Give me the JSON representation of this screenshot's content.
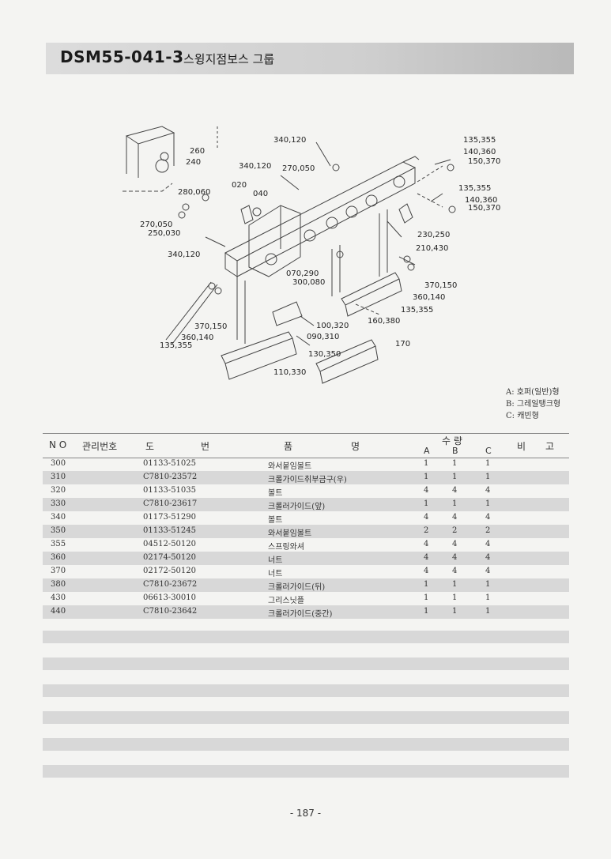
{
  "header": {
    "code": "DSM55-041-3",
    "name": "스윙지점보스 그룹"
  },
  "diagram": {
    "labels": [
      "340,120",
      "135,355",
      "140,360",
      "150,370",
      "260",
      "240",
      "340,120",
      "270,050",
      "020",
      "040",
      "280,060",
      "135,355",
      "140,360",
      "150,370",
      "270,050",
      "250,030",
      "230,250",
      "210,430",
      "340,120",
      "070,290",
      "300,080",
      "370,150",
      "360,140",
      "135,355",
      "370,150",
      "360,140",
      "135,355",
      "160,380",
      "100,320",
      "090,310",
      "170",
      "130,350",
      "110,330"
    ]
  },
  "legend": [
    "A: 호퍼(일반)형",
    "B: 그레일탱크형",
    "C: 캐빈형"
  ],
  "table": {
    "headers": {
      "no": "N O",
      "mgmt": "관리번호",
      "dwg1": "도",
      "dwg2": "번",
      "name1": "품",
      "name2": "명",
      "qty": "수 량",
      "a": "A",
      "b": "B",
      "c": "C",
      "note1": "비",
      "note2": "고"
    },
    "rows": [
      {
        "no": "300",
        "dwg": "01133-51025",
        "name": "와서붙임볼트",
        "a": "1",
        "b": "1",
        "c": "1"
      },
      {
        "no": "310",
        "dwg": "C7810-23572",
        "name": "크롤가이드취부금구(우)",
        "a": "1",
        "b": "1",
        "c": "1"
      },
      {
        "no": "320",
        "dwg": "01133-51035",
        "name": "볼트",
        "a": "4",
        "b": "4",
        "c": "4"
      },
      {
        "no": "330",
        "dwg": "C7810-23617",
        "name": "크롤러가이드(앞)",
        "a": "1",
        "b": "1",
        "c": "1"
      },
      {
        "no": "340",
        "dwg": "01173-51290",
        "name": "볼트",
        "a": "4",
        "b": "4",
        "c": "4"
      },
      {
        "no": "350",
        "dwg": "01133-51245",
        "name": "와서붙임볼트",
        "a": "2",
        "b": "2",
        "c": "2"
      },
      {
        "no": "355",
        "dwg": "04512-50120",
        "name": "스프링와셔",
        "a": "4",
        "b": "4",
        "c": "4"
      },
      {
        "no": "360",
        "dwg": "02174-50120",
        "name": "너트",
        "a": "4",
        "b": "4",
        "c": "4"
      },
      {
        "no": "370",
        "dwg": "02172-50120",
        "name": "너트",
        "a": "4",
        "b": "4",
        "c": "4"
      },
      {
        "no": "380",
        "dwg": "C7810-23672",
        "name": "크롤러가이드(뒤)",
        "a": "1",
        "b": "1",
        "c": "1"
      },
      {
        "no": "430",
        "dwg": "06613-30010",
        "name": "그리스닛플",
        "a": "1",
        "b": "1",
        "c": "1"
      },
      {
        "no": "440",
        "dwg": "C7810-23642",
        "name": "크롤러가이드(중간)",
        "a": "1",
        "b": "1",
        "c": "1"
      }
    ]
  },
  "page_number": "- 187 -"
}
